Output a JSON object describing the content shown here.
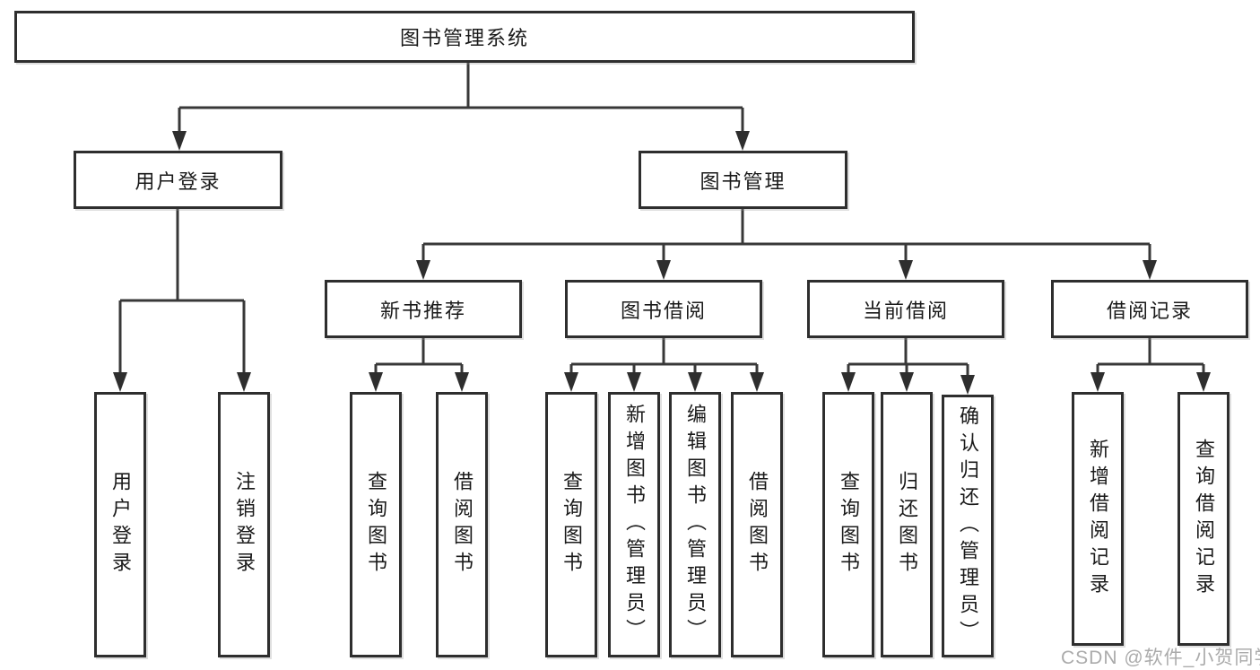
{
  "nodes": {
    "root": {
      "label": "图书管理系统"
    },
    "l1": [
      {
        "label": "用户登录"
      },
      {
        "label": "图书管理"
      }
    ],
    "l2": [
      {
        "label": "新书推荐"
      },
      {
        "label": "图书借阅"
      },
      {
        "label": "当前借阅"
      },
      {
        "label": "借阅记录"
      }
    ],
    "leaves_user": [
      {
        "label": "用户登录"
      },
      {
        "label": "注销登录"
      }
    ],
    "leaves_newbook": [
      {
        "label": "查询图书"
      },
      {
        "label": "借阅图书"
      }
    ],
    "leaves_borrow": [
      {
        "label": "查询图书"
      },
      {
        "label": "新增图书（管理员）"
      },
      {
        "label": "编辑图书（管理员）"
      },
      {
        "label": "借阅图书"
      }
    ],
    "leaves_current": [
      {
        "label": "查询图书"
      },
      {
        "label": "归还图书"
      },
      {
        "label": "确认归还（管理员）"
      }
    ],
    "leaves_records": [
      {
        "label": "新增借阅记录"
      },
      {
        "label": "查询借阅记录"
      }
    ]
  },
  "watermark": "CSDN @软件_小贺同学",
  "colors": {
    "line": "#383838",
    "box_border": "#2e2e2e",
    "text": "#1a1a1a",
    "watermark": "#ababab",
    "background": "#ffffff"
  }
}
